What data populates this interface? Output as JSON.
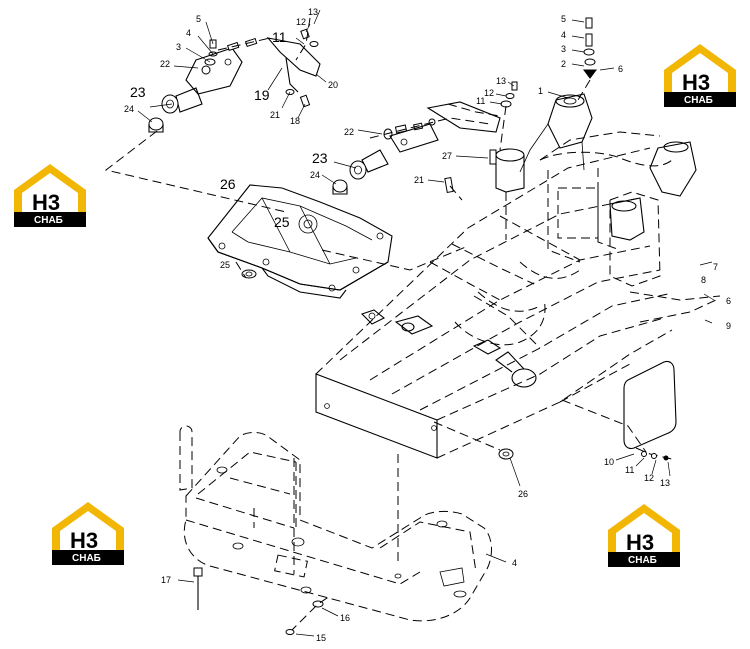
{
  "watermark": {
    "mark": "H3",
    "caption": "СНАБ",
    "accent": "#f2b705"
  },
  "callouts": {
    "c5a": "5",
    "c4a": "4",
    "c3a": "3",
    "c22a": "22",
    "c23a": "23",
    "c24a": "24",
    "c13a": "13",
    "c12a": "12",
    "c11a": "11",
    "c20": "20",
    "c19": "19",
    "c21a": "21",
    "c18": "18",
    "c5b": "5",
    "c4b": "4",
    "c3b": "3",
    "c2": "2",
    "c6a": "6",
    "c1": "1",
    "c13b": "13",
    "c12b": "12",
    "c11b": "11",
    "c22b": "22",
    "c23b": "23",
    "c24b": "24",
    "c27": "27",
    "c21b": "21",
    "c26a": "26",
    "c25a": "25",
    "c25b": "25",
    "c7": "7",
    "c8": "8",
    "c6b": "6",
    "c9": "9",
    "c10": "10",
    "c11c": "11",
    "c12c": "12",
    "c13c": "13",
    "c26b": "26",
    "c4c": "4",
    "c17": "17",
    "c16": "16",
    "c15": "15"
  }
}
